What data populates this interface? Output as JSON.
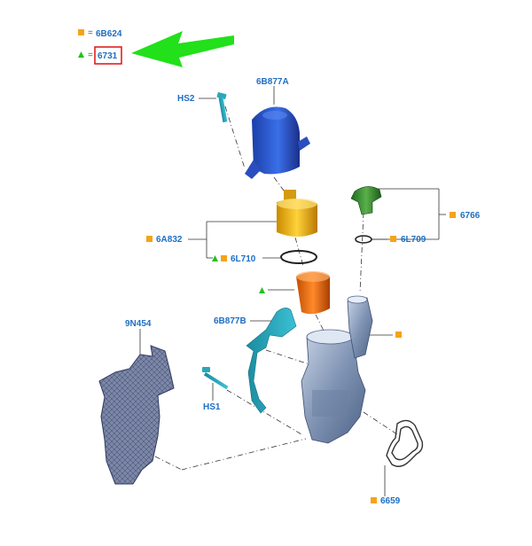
{
  "legend": {
    "square_code": "6B624",
    "triangle_code": "6731",
    "equals": "="
  },
  "callouts": {
    "hs2": "HS2",
    "cap": "6B877A",
    "housing_6a832": "6A832",
    "oring_6l710": "6L710",
    "bracket": "6B877B",
    "shield": "9N454",
    "hs1": "HS1",
    "seal_6766": "6766",
    "oring_6l709": "6L709",
    "gasket": "6659"
  },
  "colors": {
    "label": "#1f6fc4",
    "square_marker": "#f5a31a",
    "triangle_marker": "#22c21a",
    "arrow": "#22e01a",
    "highlight_box": "#e02020",
    "leader": "#333333"
  },
  "icons": {
    "square": "orange-square-marker",
    "triangle": "green-triangle-marker",
    "arrow": "green-arrow-icon"
  }
}
